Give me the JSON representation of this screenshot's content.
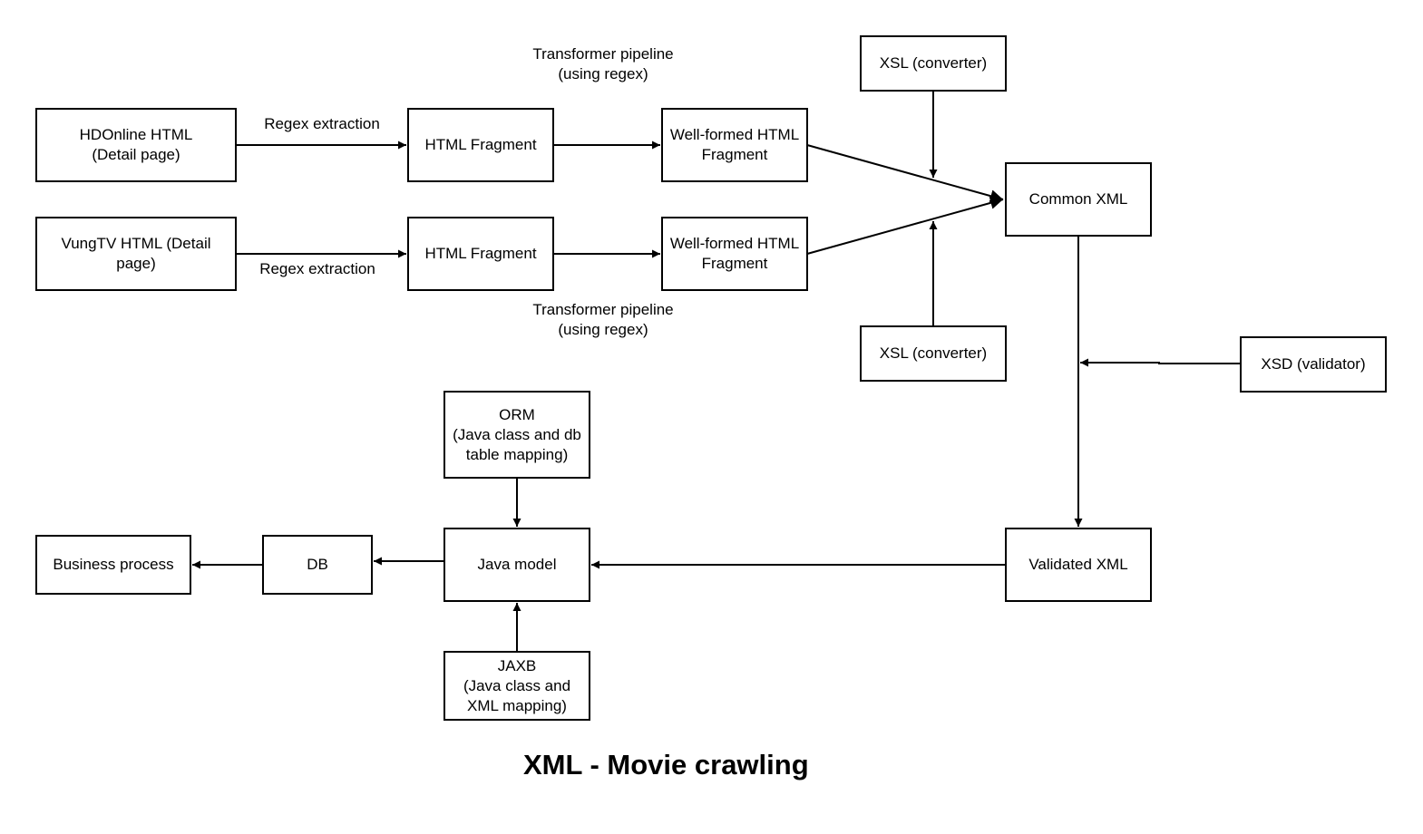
{
  "diagram": {
    "title": "XML - Movie crawling",
    "nodes": {
      "hdonline": "HDOnline HTML\n(Detail page)",
      "vungtv": "VungTV HTML (Detail\npage)",
      "fragment_top": "HTML Fragment",
      "fragment_bottom": "HTML Fragment",
      "wellformed_top": "Well-formed HTML\nFragment",
      "wellformed_bottom": "Well-formed HTML\nFragment",
      "xsl_top": "XSL (converter)",
      "xsl_bottom": "XSL (converter)",
      "common_xml": "Common XML",
      "xsd": "XSD (validator)",
      "validated_xml": "Validated XML",
      "java_model": "Java model",
      "orm": "ORM\n(Java class and db\ntable mapping)",
      "jaxb": "JAXB\n(Java class and\nXML mapping)",
      "db": "DB",
      "business": "Business process"
    },
    "edge_labels": {
      "regex_top": "Regex extraction",
      "regex_bottom": "Regex extraction",
      "pipeline_top": "Transformer pipeline\n(using regex)",
      "pipeline_bottom": "Transformer pipeline\n(using regex)"
    }
  }
}
